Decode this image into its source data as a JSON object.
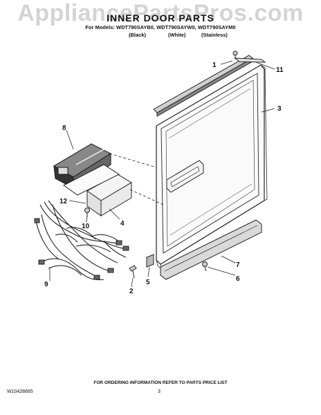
{
  "watermark": "AppliancePartsPros.com",
  "header": {
    "title": "INNER DOOR PARTS",
    "models": "For Models: WDT790SAYB0, WDT790SAYW0, WDT790SAYM0",
    "finishes": [
      "(Black)",
      "(White)",
      "(Stainless)"
    ]
  },
  "callouts": [
    "1",
    "2",
    "3",
    "4",
    "5",
    "6",
    "7",
    "8",
    "9",
    "10",
    "11",
    "12"
  ],
  "footer": {
    "note": "FOR ORDERING INFORMATION REFER TO PARTS PRICE LIST",
    "doc_number": "W10428665",
    "page_number": "3"
  }
}
